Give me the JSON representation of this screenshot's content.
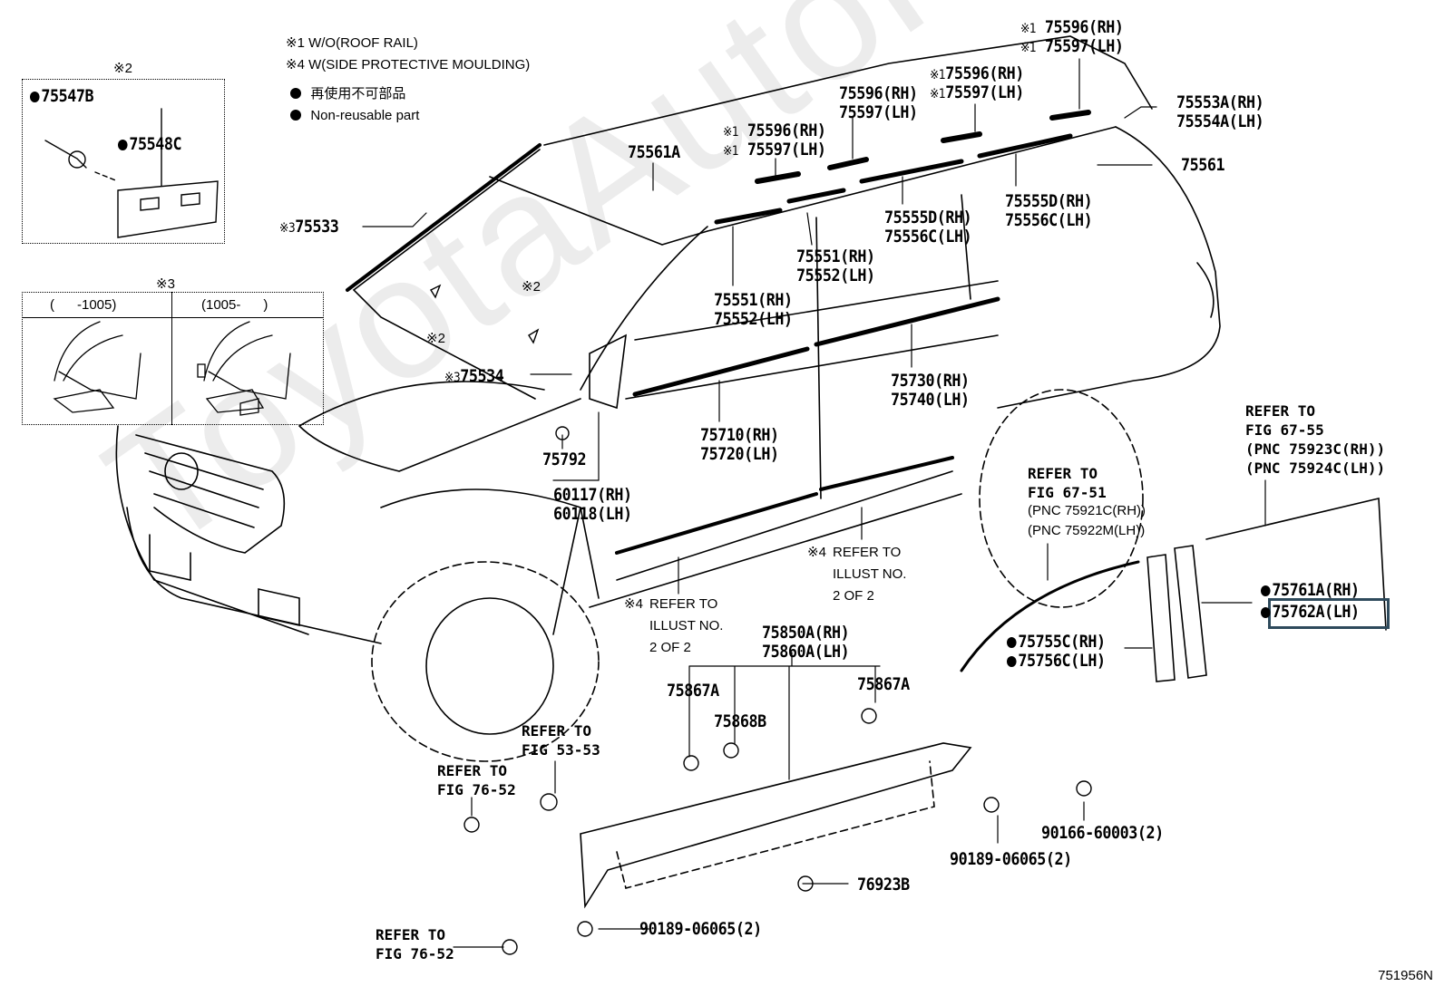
{
  "diagram": {
    "type": "parts-exploded-view",
    "figure_number": "751956N",
    "watermark": "ToyotaAutoParts.ru",
    "notes": {
      "note1": "※1 W/O(ROOF RAIL)",
      "note4": "※4 W(SIDE PROTECTIVE MOULDING)",
      "legend_jp": "再使用不可部品",
      "legend_en": "Non-reusable part"
    },
    "inset_clip": {
      "marker": "※2",
      "parts": [
        "75547B",
        "75548C"
      ]
    },
    "inset_variants": {
      "marker": "※3",
      "col1": "(      -1005)",
      "col2": "(1005-      )"
    },
    "highlighted_part": "75762A(LH)",
    "labels": {
      "p75596_top_a": "75596(RH)",
      "p75597_top_a": "75597(LH)",
      "p75596_top_b": "75596(RH)",
      "p75597_top_b": "75597(LH)",
      "mark1": "※1",
      "mark2": "※2",
      "mark3": "※3",
      "mark4": "※4",
      "p75553A": "75553A(RH)",
      "p75554A": "75554A(LH)",
      "p75561": "75561",
      "p75596_mid": "75596(RH)",
      "p75597_mid": "75597(LH)",
      "p75596_left": "75596(RH)",
      "p75597_left": "75597(LH)",
      "p75561A": "75561A",
      "p75555D_a": "75555D(RH)",
      "p75556C_a": "75556C(LH)",
      "p75555D_b": "75555D(RH)",
      "p75556C_b": "75556C(LH)",
      "p75551_a": "75551(RH)",
      "p75552_a": "75552(LH)",
      "p75551_b": "75551(RH)",
      "p75552_b": "75552(LH)",
      "p75533": "75533",
      "p75534": "75534",
      "p75730": "75730(RH)",
      "p75740": "75740(LH)",
      "p75710": "75710(RH)",
      "p75720": "75720(LH)",
      "p75792": "75792",
      "p60117": "60117(RH)",
      "p60118": "60118(LH)",
      "refer_67_55": "REFER TO\nFIG 67-55\n(PNC 75923C(RH))\n(PNC 75924C(LH))",
      "refer_67_51_a": "REFER TO\nFIG 67-51",
      "refer_67_51_b": "(PNC 75921C(RH))\n(PNC 75922M(LH))",
      "p75761A": "75761A(RH)",
      "p75762A": "75762A(LH)",
      "p75755C": "75755C(RH)",
      "p75756C": "75756C(LH)",
      "refer_illust_right": "REFER TO\nILLUST NO.\n2 OF 2",
      "refer_illust_left": "REFER TO\nILLUST NO.\n2 OF 2",
      "p75850A": "75850A(RH)",
      "p75860A": "75860A(LH)",
      "p75867A_left": "75867A",
      "p75867A_right": "75867A",
      "p75868B": "75868B",
      "refer_53_53": "REFER TO\nFIG 53-53",
      "refer_76_52_top": "REFER TO\nFIG 76-52",
      "refer_76_52_bottom": "REFER TO\nFIG 76-52",
      "p90166": "90166-60003(2)",
      "p90189_right": "90189-06065(2)",
      "p90189_bottom": "90189-06065(2)",
      "p76923B": "76923B"
    }
  }
}
